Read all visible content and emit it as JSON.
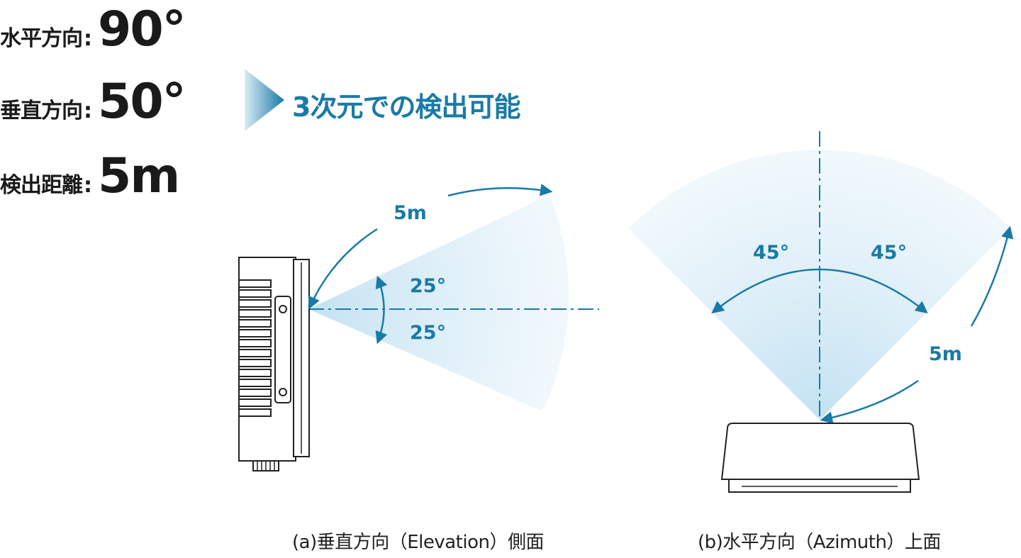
{
  "specs": [
    {
      "label": "水平方向",
      "colon": ":",
      "value": "90°"
    },
    {
      "label": "垂直方向",
      "colon": ":",
      "value": "50°"
    },
    {
      "label": "検出距離",
      "colon": ":",
      "value": "5m"
    }
  ],
  "headline": "3次元での検出可能",
  "elevation": {
    "range_label": "5m",
    "angle_up": "25°",
    "angle_down": "25°",
    "caption": "(a)垂直方向（Elevation）側面"
  },
  "azimuth": {
    "angle_left": "45°",
    "angle_right": "45°",
    "range_label": "5m",
    "caption": "(b)水平方向（Azimuth）上面"
  },
  "colors": {
    "accent": "#1a7aa6",
    "beam": "#d7ecf8",
    "text": "#1a1a1a"
  },
  "icons": {
    "chevron": "right-chevron-gradient-icon",
    "sensor_side": "sensor-side-view",
    "sensor_top": "sensor-top-view"
  }
}
